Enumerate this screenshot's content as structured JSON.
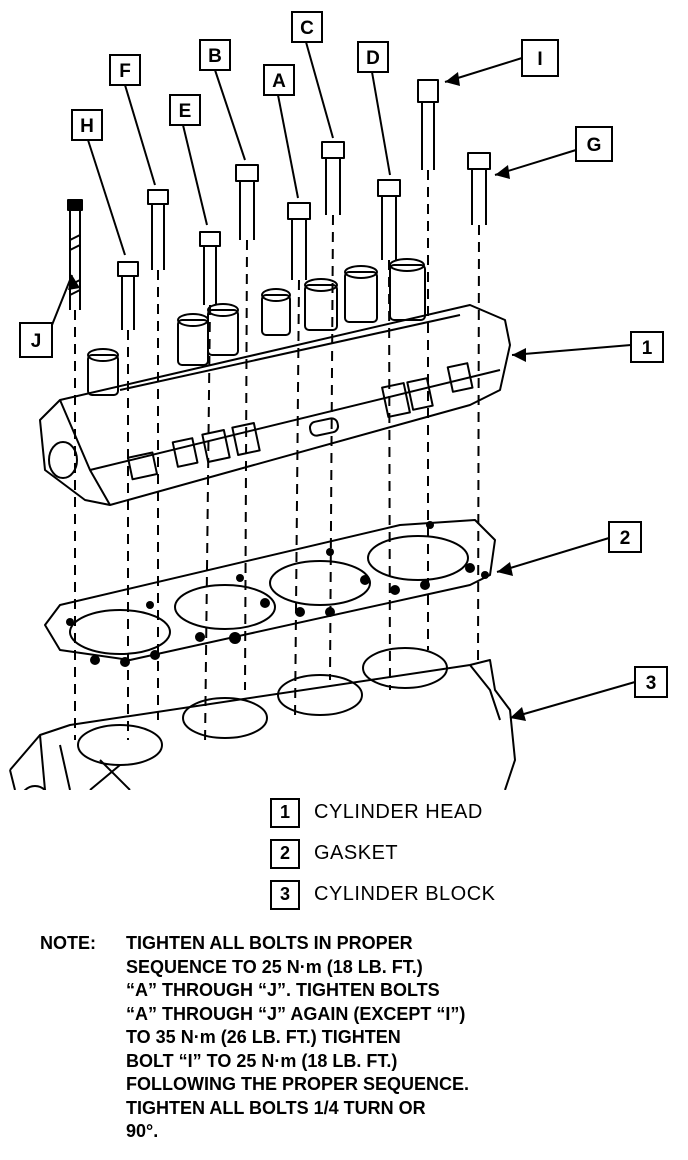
{
  "callouts": {
    "A": "A",
    "B": "B",
    "C": "C",
    "D": "D",
    "E": "E",
    "F": "F",
    "G": "G",
    "H": "H",
    "I": "I",
    "J": "J",
    "n1": "1",
    "n2": "2",
    "n3": "3"
  },
  "legend": [
    {
      "number": "1",
      "label": "CYLINDER HEAD"
    },
    {
      "number": "2",
      "label": "GASKET"
    },
    {
      "number": "3",
      "label": "CYLINDER BLOCK"
    }
  ],
  "note": {
    "prefix": "NOTE:",
    "lines": [
      "TIGHTEN ALL BOLTS IN PROPER",
      "SEQUENCE TO 25 N·m (18 LB. FT.)",
      "“A” THROUGH “J”. TIGHTEN BOLTS",
      "“A” THROUGH “J” AGAIN (EXCEPT “I”)",
      "TO 35 N·m (26 LB. FT.) TIGHTEN",
      "BOLT “I” TO 25 N·m (18 LB. FT.)",
      "FOLLOWING THE PROPER SEQUENCE.",
      "TIGHTEN ALL BOLTS 1/4 TURN OR",
      "90°."
    ]
  }
}
